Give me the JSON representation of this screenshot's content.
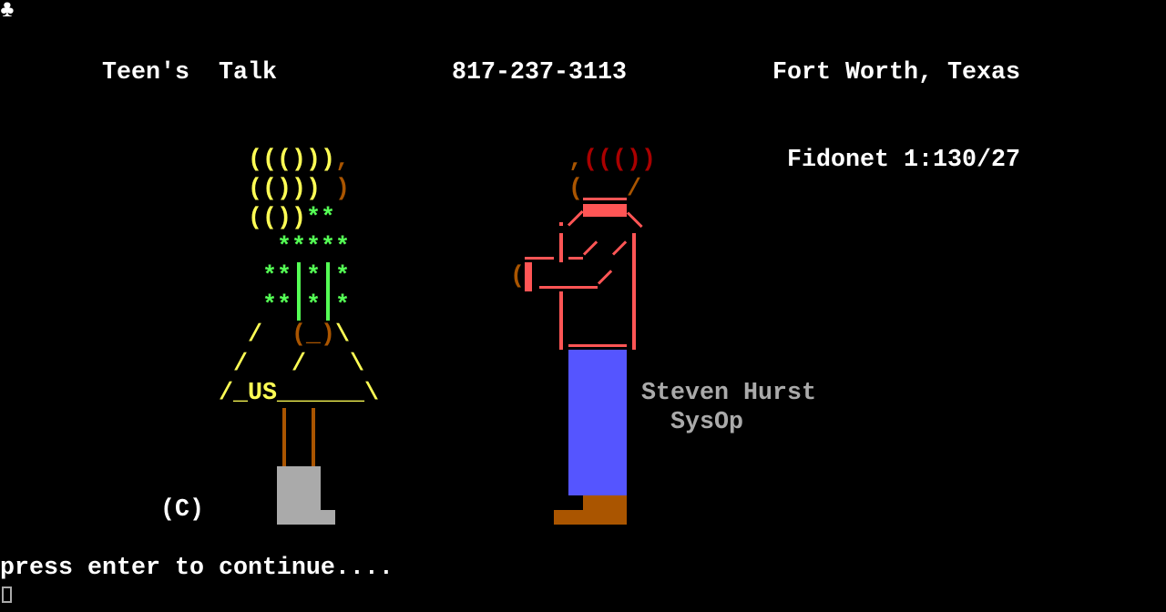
{
  "header": {
    "bbs_name": "Teen's  Talk",
    "phone": "817-237-3113",
    "location": "Fort Worth, Texas"
  },
  "network": "Fidonet 1:130/27",
  "sysop": {
    "name": "Steven Hurst",
    "title": "SysOp"
  },
  "copyright": "(C)",
  "prompt": "press enter to continue....",
  "art": {
    "girl": {
      "row1": "((()))",
      "row1b": ",",
      "row2": "(()))",
      "row2b": ")",
      "row3": "(())",
      "row3b": "**",
      "row4": "*****",
      "row5a": "**",
      "row5b": "*",
      "row5c": "*",
      "row6a": "**",
      "row6b": "*",
      "row6c": "*",
      "row7a": "/",
      "row7b": "(_)",
      "row7c": "\\",
      "row8": "/   /   \\",
      "row9": "/_US______\\",
      "signature": "US"
    },
    "man": {
      "hair_comma": ",",
      "hair": "((())",
      "ear": "(",
      "brim": "/",
      "hand": "("
    }
  },
  "colors": {
    "yellow": "#ffff55",
    "green": "#55ff55",
    "brown": "#aa5500",
    "pink": "#ff5555",
    "blue": "#5555ff",
    "gray": "#aaaaaa"
  },
  "icons": {
    "top_left": "club-icon",
    "cursor": "smiley-cursor-icon"
  }
}
